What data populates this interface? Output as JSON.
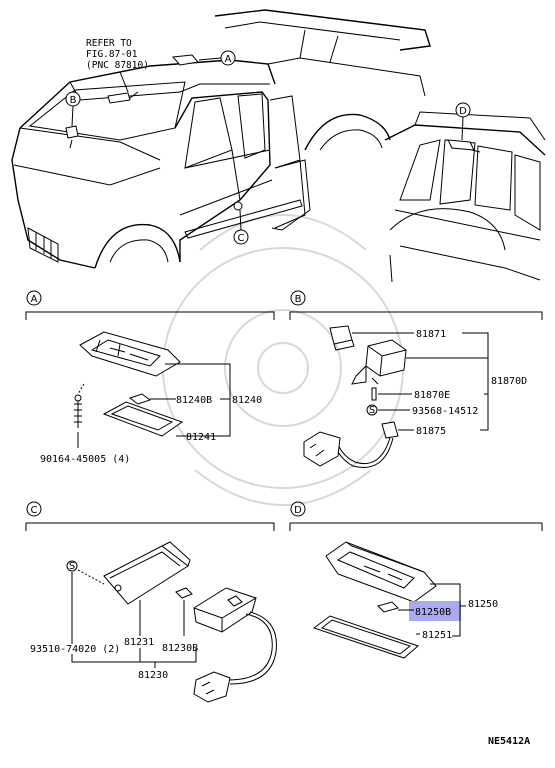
{
  "diagram": {
    "reference_note": [
      "REFER TO",
      "FIG.87-01",
      "(PNC 87810)"
    ],
    "callouts": {
      "A": "A",
      "B": "B",
      "C": "C",
      "D": "D"
    },
    "section_A": {
      "letter": "A",
      "parts": {
        "p81240b": "81240B",
        "p81240": "81240",
        "p81241": "81241",
        "p90164": "90164-45005 (4)"
      }
    },
    "section_B": {
      "letter": "B",
      "parts": {
        "p81871": "81871",
        "p81870d": "81870D",
        "p81870e": "81870E",
        "p93568": "93568-14512",
        "p81875": "81875"
      }
    },
    "section_C": {
      "letter": "C",
      "parts": {
        "p93510": "93510-74020 (2)",
        "p81231": "81231",
        "p81230b": "81230B",
        "p81230": "81230"
      }
    },
    "section_D": {
      "letter": "D",
      "parts": {
        "p81250b": "81250B",
        "p81250": "81250",
        "p81251": "81251"
      },
      "highlight_color": "#9fa2ee"
    },
    "catalog_code": "NE5412A"
  }
}
